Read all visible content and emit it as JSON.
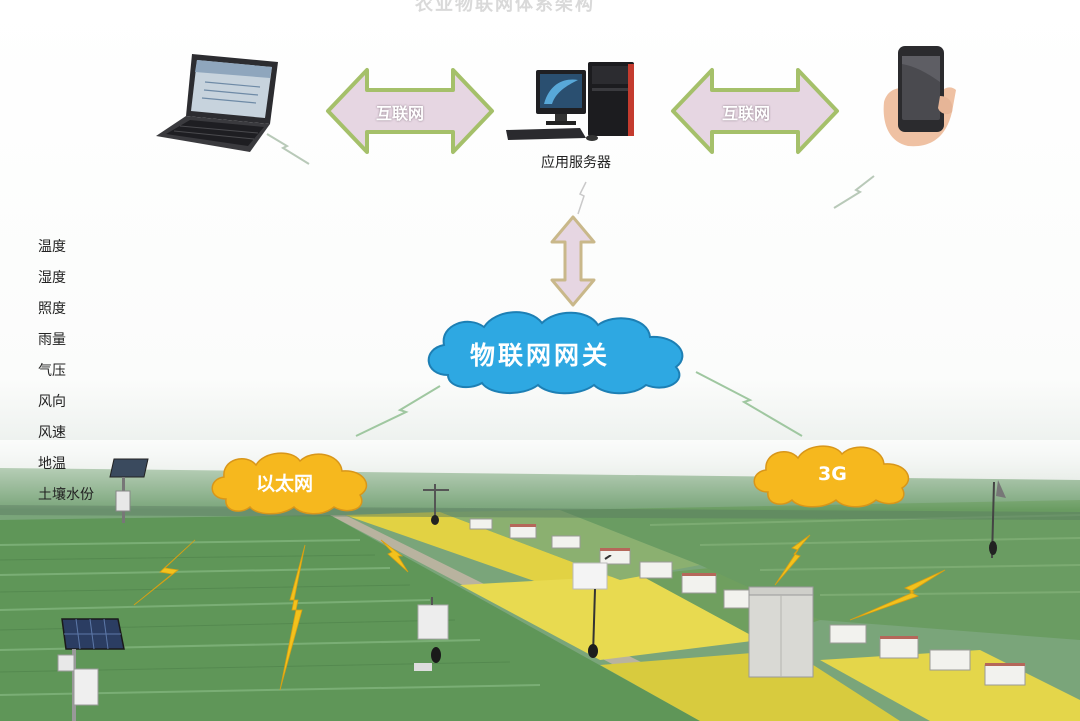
{
  "header": {
    "top_title": "农业物联网体系架构"
  },
  "top_tier": {
    "server_label": "应用服务器",
    "internet_label_left": "互联网",
    "internet_label_right": "互联网"
  },
  "gateway": {
    "label": "物联网网关"
  },
  "networks": {
    "ethernet_label": "以太网",
    "cellular_label": "3G"
  },
  "sensors": [
    "温度",
    "湿度",
    "照度",
    "雨量",
    "气压",
    "风向",
    "风速",
    "地温",
    "土壤水份"
  ],
  "colors": {
    "double_arrow_fill": "#e6d6e2",
    "double_arrow_stroke": "#a5c06a",
    "gateway_cloud": "#2ea8e2",
    "network_cloud": "#f6b81e",
    "lightning": "#f3c21c",
    "field_green": "#5f9658",
    "field_yellow": "#e2d243"
  },
  "icons": {
    "laptop": "laptop-icon",
    "desktop": "desktop-computer-icon",
    "phone": "smartphone-icon",
    "weather_station": "weather-station-icon",
    "solar_panel": "solar-panel-icon"
  }
}
